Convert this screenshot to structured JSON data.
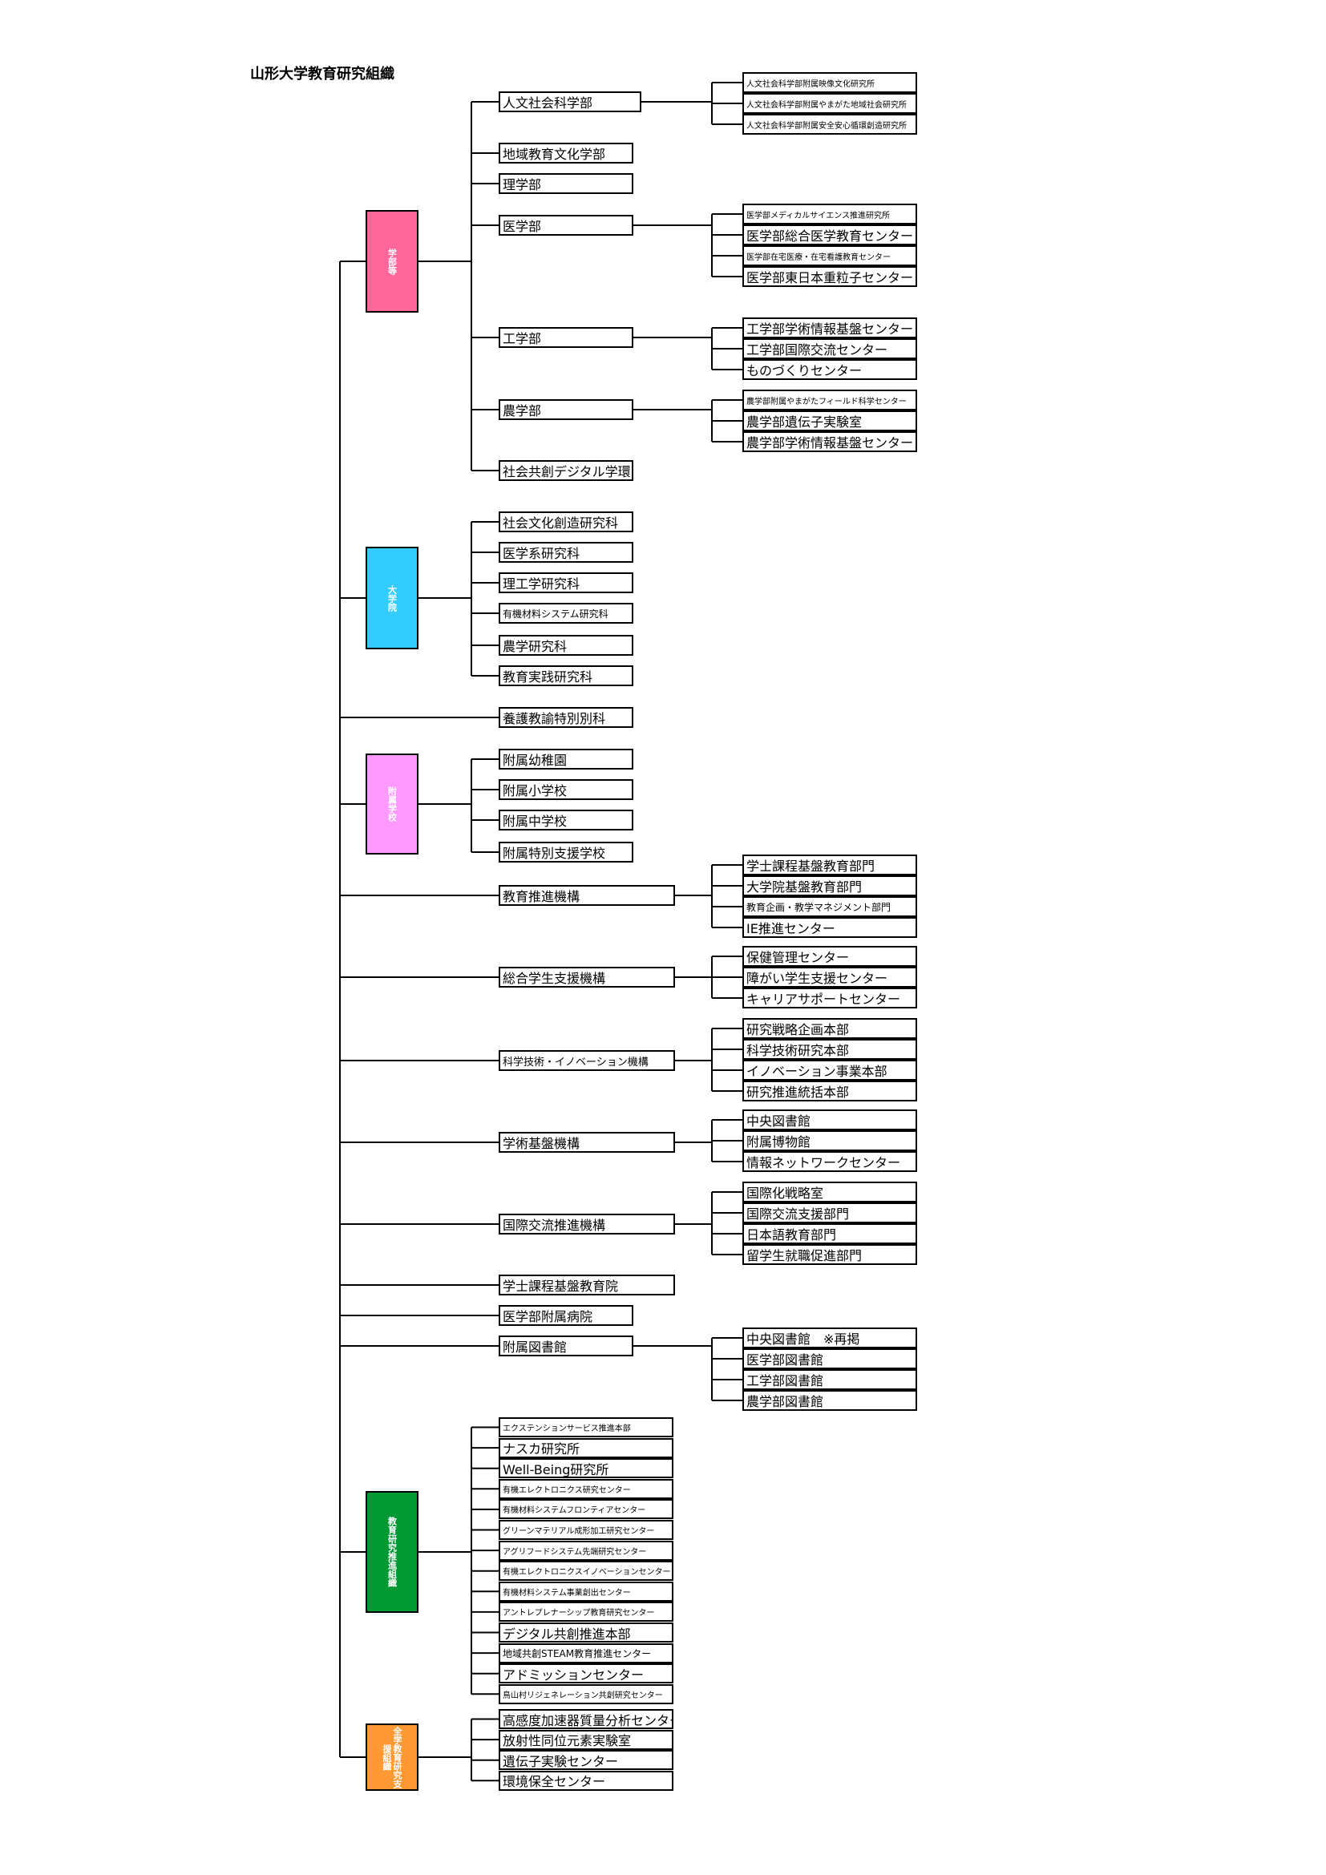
{
  "title": "山形大学教育研究組織",
  "categories": [
    {
      "key": "gakubu",
      "label": "学部等",
      "color": "#ff6699"
    },
    {
      "key": "daigakuin",
      "label": "大学院",
      "color": "#33ccff"
    },
    {
      "key": "fuzoku",
      "label": "附属学校",
      "color": "#ff99ff"
    },
    {
      "key": "suishin",
      "label": "教育研究推進組織",
      "color": "#009933"
    },
    {
      "key": "zengaku",
      "label": "全学教育研究支援組織",
      "color": "#ff9933"
    }
  ],
  "units": [
    {
      "label": "人文社会科学部",
      "children": [
        "人文社会科学部附属映像文化研究所",
        "人文社会科学部附属やまがた地域社会研究所",
        "人文社会科学部附属安全安心循環創造研究所"
      ]
    },
    {
      "label": "地域教育文化学部",
      "children": []
    },
    {
      "label": "理学部",
      "children": []
    },
    {
      "label": "医学部",
      "children": [
        "医学部メディカルサイエンス推進研究所",
        "医学部総合医学教育センター",
        "医学部在宅医療・在宅看護教育センター",
        "医学部東日本重粒子センター"
      ]
    },
    {
      "label": "工学部",
      "children": [
        "工学部学術情報基盤センター",
        "工学部国際交流センター",
        "ものづくりセンター"
      ]
    },
    {
      "label": "農学部",
      "children": [
        "農学部附属やまがたフィールド科学センター",
        "農学部遺伝子実験室",
        "農学部学術情報基盤センター"
      ]
    },
    {
      "label": "社会共創デジタル学環",
      "children": []
    },
    {
      "label": "社会文化創造研究科",
      "children": []
    },
    {
      "label": "医学系研究科",
      "children": []
    },
    {
      "label": "理工学研究科",
      "children": []
    },
    {
      "label": "有機材料システム研究科",
      "children": []
    },
    {
      "label": "農学研究科",
      "children": []
    },
    {
      "label": "教育実践研究科",
      "children": []
    },
    {
      "label": "養護教諭特別別科",
      "children": []
    },
    {
      "label": "附属幼稚園",
      "children": []
    },
    {
      "label": "附属小学校",
      "children": []
    },
    {
      "label": "附属中学校",
      "children": []
    },
    {
      "label": "附属特別支援学校",
      "children": []
    },
    {
      "label": "教育推進機構",
      "children": [
        "学士課程基盤教育部門",
        "大学院基盤教育部門",
        "教育企画・教学マネジメント部門",
        "IE推進センター"
      ]
    },
    {
      "label": "総合学生支援機構",
      "children": [
        "保健管理センター",
        "障がい学生支援センター",
        "キャリアサポートセンター"
      ]
    },
    {
      "label": "科学技術・イノベーション機構",
      "children": [
        "研究戦略企画本部",
        "科学技術研究本部",
        "イノベーション事業本部",
        "研究推進統括本部"
      ]
    },
    {
      "label": "学術基盤機構",
      "children": [
        "中央図書館",
        "附属博物館",
        "情報ネットワークセンター"
      ]
    },
    {
      "label": "国際交流推進機構",
      "children": [
        "国際化戦略室",
        "国際交流支援部門",
        "日本語教育部門",
        "留学生就職促進部門"
      ]
    },
    {
      "label": "学士課程基盤教育院",
      "children": []
    },
    {
      "label": "医学部附属病院",
      "children": []
    },
    {
      "label": "附属図書館",
      "children": [
        "中央図書館　※再掲",
        "医学部図書館",
        "工学部図書館",
        "農学部図書館"
      ]
    },
    {
      "label": "エクステンションサービス推進本部",
      "children": []
    },
    {
      "label": "ナスカ研究所",
      "children": []
    },
    {
      "label": "Well-Being研究所",
      "children": []
    },
    {
      "label": "有機エレクトロニクス研究センター",
      "children": []
    },
    {
      "label": "有機材料システムフロンティアセンター",
      "children": []
    },
    {
      "label": "グリーンマテリアル成形加工研究センター",
      "children": []
    },
    {
      "label": "アグリフードシステム先端研究センター",
      "children": []
    },
    {
      "label": "有機エレクトロニクスイノベーションセンター",
      "children": []
    },
    {
      "label": "有機材料システム事業創出センター",
      "children": []
    },
    {
      "label": "アントレプレナーシップ教育研究センター",
      "children": []
    },
    {
      "label": "デジタル共創推進本部",
      "children": []
    },
    {
      "label": "地域共創STEAM教育推進センター",
      "children": []
    },
    {
      "label": "アドミッションセンター",
      "children": []
    },
    {
      "label": "鳥山村リジェネレーション共創研究センター",
      "children": []
    },
    {
      "label": "高感度加速器質量分析センター",
      "children": []
    },
    {
      "label": "放射性同位元素実験室",
      "children": []
    },
    {
      "label": "遺伝子実験センター",
      "children": []
    },
    {
      "label": "環境保全センター",
      "children": []
    }
  ]
}
